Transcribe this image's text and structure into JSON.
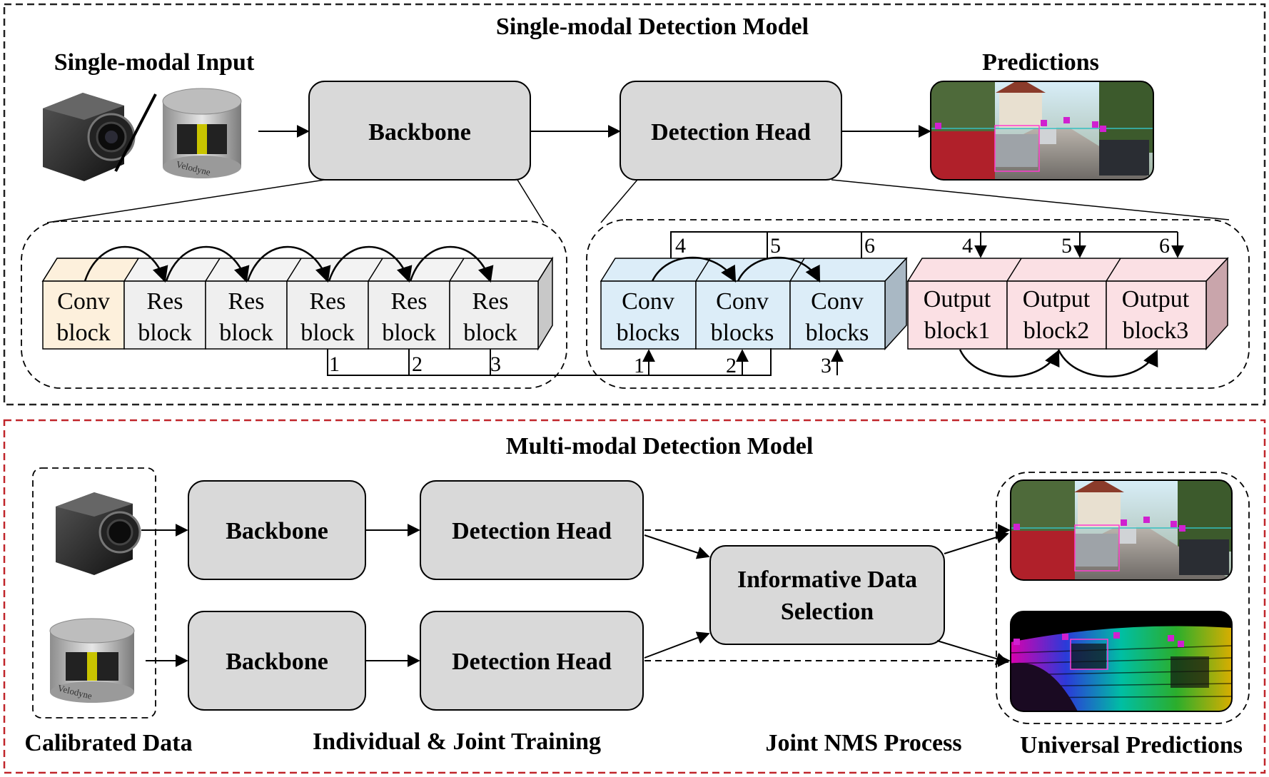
{
  "colors": {
    "single_border": "#222222",
    "multi_border": "#c0262b",
    "box_fill": "#d9d9d9",
    "conv_fill": "#fdf0dc",
    "res_fill": "#efefef",
    "blue_fill": "#dcedf8",
    "pink_fill": "#fbe0e4"
  },
  "single": {
    "title": "Single-modal Detection Model",
    "input_label": "Single-modal Input",
    "backbone": "Backbone",
    "head": "Detection Head",
    "predictions_label": "Predictions",
    "backbone_blocks": [
      {
        "line1": "Conv",
        "line2": "block"
      },
      {
        "line1": "Res",
        "line2": "block"
      },
      {
        "line1": "Res",
        "line2": "block"
      },
      {
        "line1": "Res",
        "line2": "block"
      },
      {
        "line1": "Res",
        "line2": "block"
      },
      {
        "line1": "Res",
        "line2": "block"
      }
    ],
    "head_blocks": [
      {
        "line1": "Conv",
        "line2": "blocks"
      },
      {
        "line1": "Conv",
        "line2": "blocks"
      },
      {
        "line1": "Conv",
        "line2": "blocks"
      }
    ],
    "output_blocks": [
      {
        "line1": "Output",
        "line2": "block1"
      },
      {
        "line1": "Output",
        "line2": "block2"
      },
      {
        "line1": "Output",
        "line2": "block3"
      }
    ],
    "bottom_numbers": [
      "1",
      "2",
      "3"
    ],
    "top_numbers": [
      "4",
      "5",
      "6"
    ]
  },
  "multi": {
    "title": "Multi-modal Detection Model",
    "backbone_top": "Backbone",
    "backbone_bottom": "Backbone",
    "head_top": "Detection Head",
    "head_bottom": "Detection Head",
    "selection_line1": "Informative Data",
    "selection_line2": "Selection",
    "caption_calibrated": "Calibrated Data",
    "caption_training": "Individual & Joint Training",
    "caption_nms": "Joint NMS Process",
    "caption_universal": "Universal Predictions"
  },
  "icons": [
    "camera-icon",
    "lidar-icon",
    "street-image",
    "pointcloud-image"
  ]
}
